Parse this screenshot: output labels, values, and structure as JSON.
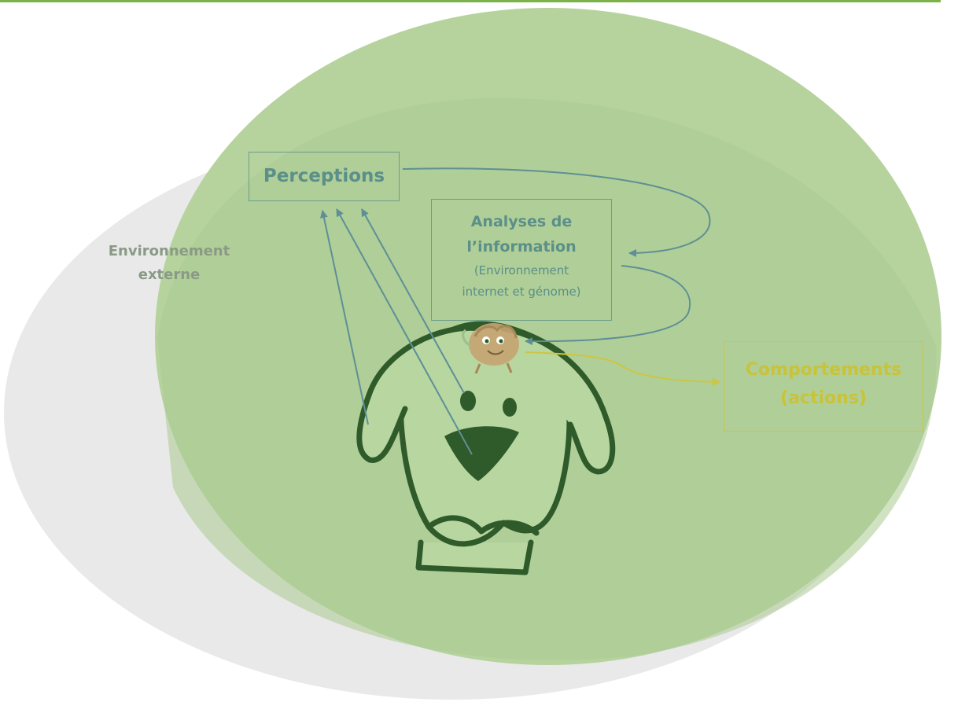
{
  "diagram": {
    "perceptions_label": "Perceptions",
    "analyses_title_1": "Analyses de",
    "analyses_title_2": "l’information",
    "analyses_sub_1": "(Environnement",
    "analyses_sub_2": "internet et génome)",
    "behaviour_line_1": "Comportements",
    "behaviour_line_2": "(actions)",
    "environment_line_1": "Environnement",
    "environment_line_2": "externe"
  },
  "colors": {
    "outer_ellipse": "#e8e8e8",
    "inner_ellipse": "#b4d29c",
    "inner_shade": "#a9c98f",
    "dog_outline": "#2f5a2a",
    "dog_fill": "#b7d6a0",
    "arrow_blue": "#5e8f96",
    "arrow_yellow": "#cdc640",
    "brain": "#c5a471"
  }
}
